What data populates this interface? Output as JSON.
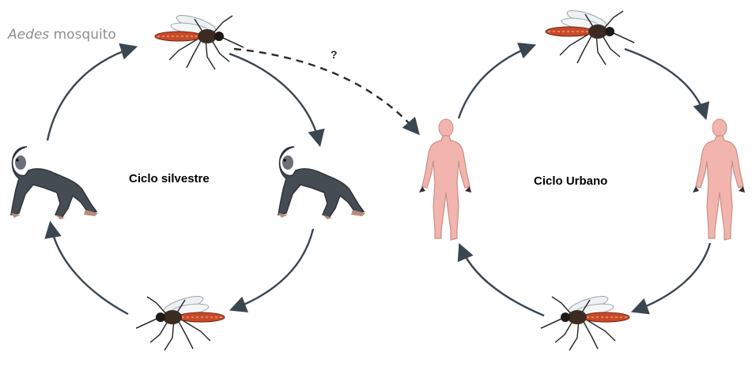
{
  "species_label": {
    "genus": "Aedes",
    "common": "mosquito"
  },
  "cycles": {
    "silvestre": "Ciclo silvestre",
    "urbano": "Ciclo Urbano"
  },
  "link_mark": "?",
  "colors": {
    "arrow": "#3a4650",
    "primate": "#454c54",
    "human": "#f2b5ad",
    "mosquito_abdomen": "#c94a28",
    "label_gray": "#8e8e8e"
  }
}
